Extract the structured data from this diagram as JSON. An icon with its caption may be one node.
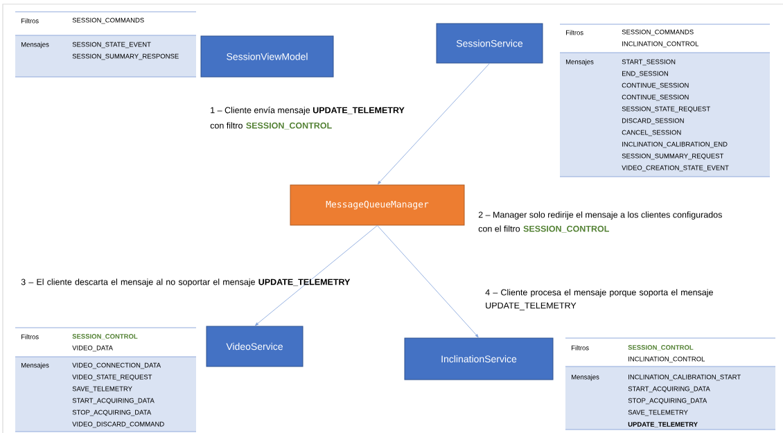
{
  "diagram": {
    "nodes": [
      {
        "text": [
          "SessionViewModel"
        ]
      },
      {
        "text": [
          "SessionService"
        ]
      },
      {
        "text": [
          "MessageQueueManager"
        ]
      },
      {
        "text": [
          "VideoService"
        ]
      },
      {
        "text": [
          "InclinationService"
        ]
      }
    ],
    "edges": [
      {
        "from": 1,
        "to": 2,
        "arrow": "to"
      },
      {
        "from": 2,
        "to": 3,
        "arrow": "to"
      },
      {
        "from": 2,
        "to": 4,
        "arrow": "to"
      }
    ],
    "labels": [
      "Filtros",
      "SESSION_COMMANDS",
      "Mensajes",
      "SESSION_STATE_EVENT",
      "SESSION_SUMMARY_RESPONSE",
      "Filtros",
      "SESSION_COMMANDS",
      "INCLINATION_CONTROL",
      "Mensajes",
      "START_SESSION",
      "END_SESSION",
      "CONTINUE_SESSION",
      "CONTINUE_SESSION",
      "SESSION_STATE_REQUEST",
      "DISCARD_SESSION",
      "CANCEL_SESSION",
      "INCLINATION_CALIBRATION_END",
      "SESSION_SUMMARY_REQUEST",
      "VIDEO_CREATION_STATE_EVENT",
      "1 – Cliente envía mensaje **UPDATE_TELEMETRY**",
      "con filtro",
      "SESSION_CONTROL",
      "2 – Manager solo redirije el mensaje a los clientes configurados",
      "con el filtro",
      "SESSION_CONTROL",
      "3 – El cliente descarta el mensaje al no soportar el mensaje **UPDATE_TELEMETRY**",
      "4 – Cliente procesa el mensaje porque soporta el mensaje UPDATE_TELEMETRY",
      "Filtros",
      "SESSION_CONTROL",
      "VIDEO_DATA",
      "Mensajes",
      "VIDEO_CONNECTION_DATA",
      "VIDEO_STATE_REQUEST",
      "SAVE_TELEMETRY",
      "START_ACQUIRING_DATA",
      "STOP_ACQUIRING_DATA",
      "VIDEO_DISCARD_COMMAND",
      "Filtros",
      "SESSION_CONTROL",
      "INCLINATION_CONTROL",
      "Mensajes",
      "INCLINATION_CALIBRATION_START",
      "START_ACQUIRING_DATA",
      "STOP_ACQUIRING_DATA",
      "SAVE_TELEMETRY",
      "UPDATE_TELEMETRY"
    ]
  }
}
